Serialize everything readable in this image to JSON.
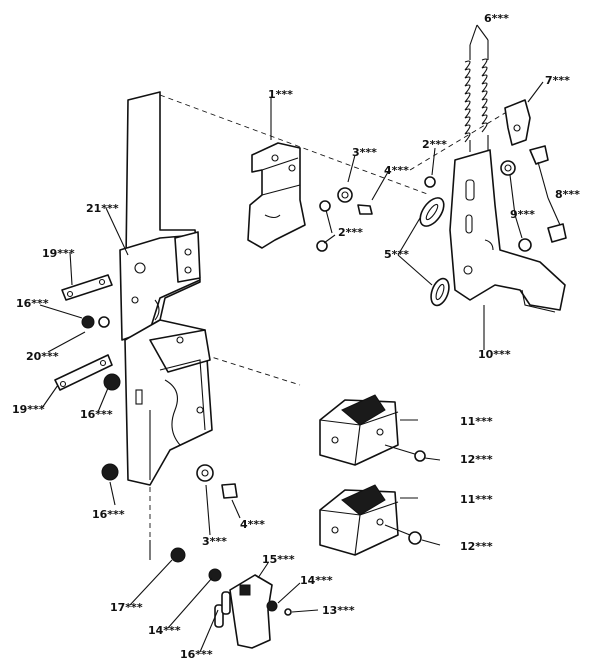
{
  "callouts": [
    {
      "id": "c1",
      "text": "1***"
    },
    {
      "id": "c2a",
      "text": "2***"
    },
    {
      "id": "c2b",
      "text": "2***"
    },
    {
      "id": "c3a",
      "text": "3***"
    },
    {
      "id": "c3b",
      "text": "3***"
    },
    {
      "id": "c4a",
      "text": "4***"
    },
    {
      "id": "c4b",
      "text": "4***"
    },
    {
      "id": "c5",
      "text": "5***"
    },
    {
      "id": "c6",
      "text": "6***"
    },
    {
      "id": "c7",
      "text": "7***"
    },
    {
      "id": "c8",
      "text": "8***"
    },
    {
      "id": "c9",
      "text": "9***"
    },
    {
      "id": "c10",
      "text": "10***"
    },
    {
      "id": "c11a",
      "text": "11***"
    },
    {
      "id": "c11b",
      "text": "11***"
    },
    {
      "id": "c12a",
      "text": "12***"
    },
    {
      "id": "c12b",
      "text": "12***"
    },
    {
      "id": "c13",
      "text": "13***"
    },
    {
      "id": "c14a",
      "text": "14***"
    },
    {
      "id": "c14b",
      "text": "14***"
    },
    {
      "id": "c15",
      "text": "15***"
    },
    {
      "id": "c16a",
      "text": "16***"
    },
    {
      "id": "c16b",
      "text": "16***"
    },
    {
      "id": "c16c",
      "text": "16***"
    },
    {
      "id": "c16d",
      "text": "16***"
    },
    {
      "id": "c17",
      "text": "17***"
    },
    {
      "id": "c19a",
      "text": "19***"
    },
    {
      "id": "c19b",
      "text": "19***"
    },
    {
      "id": "c20",
      "text": "20***"
    },
    {
      "id": "c21",
      "text": "21***"
    }
  ]
}
